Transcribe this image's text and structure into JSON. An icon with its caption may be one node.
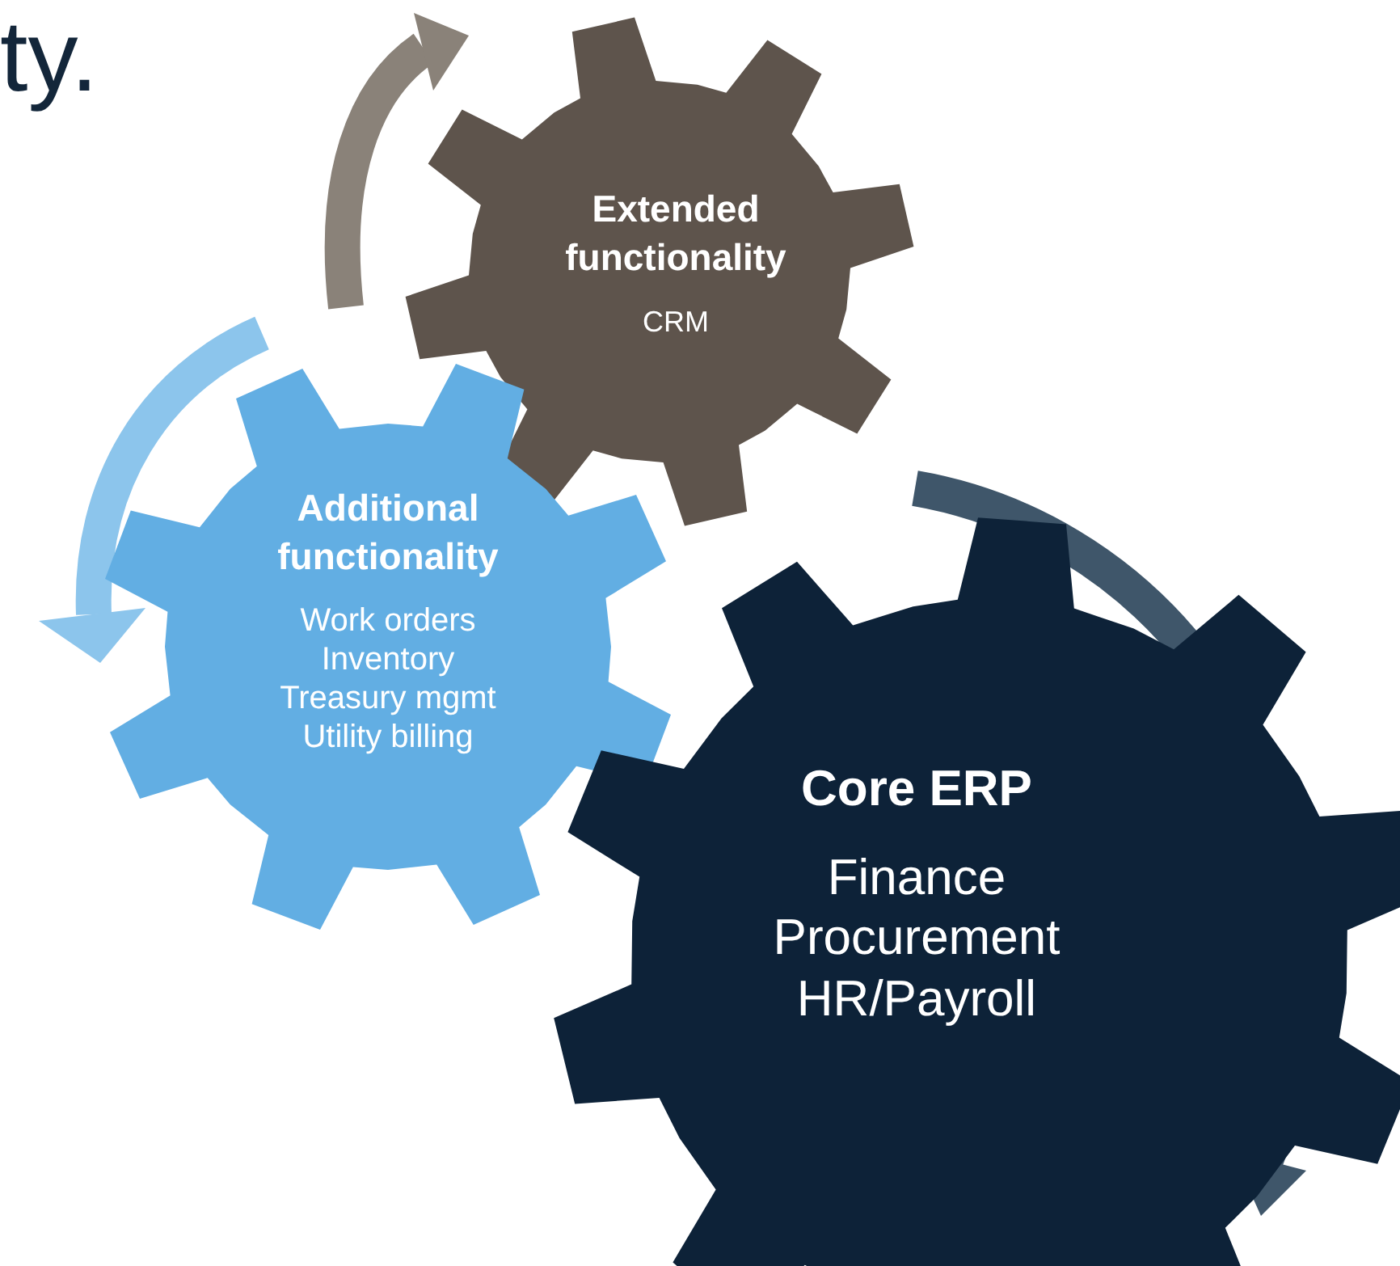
{
  "diagram": {
    "nodes": [
      {
        "text": [
          "Extended functionality",
          "CRM"
        ]
      },
      {
        "text": [
          "Additional functionality",
          "Work orders",
          "Inventory",
          "Treasury mgmt",
          "Utility billing"
        ]
      },
      {
        "text": [
          "Core ERP",
          "Finance",
          "Procurement",
          "HR/Payroll"
        ]
      }
    ],
    "labels": [
      "ty."
    ]
  }
}
